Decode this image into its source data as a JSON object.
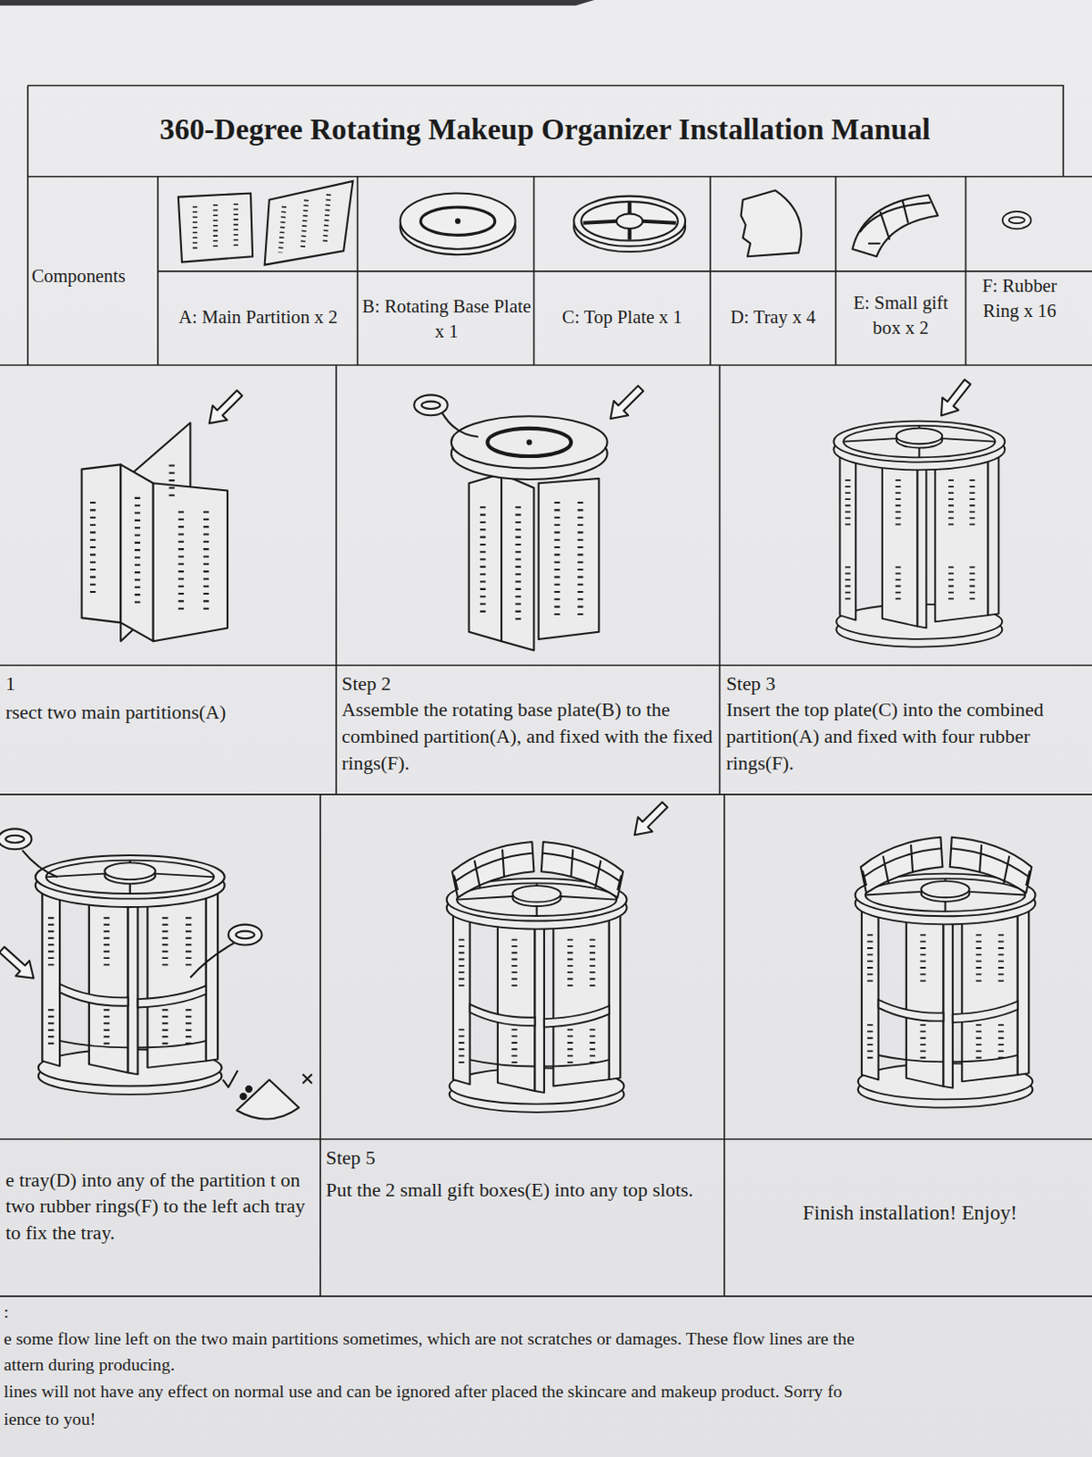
{
  "diagram": {
    "title": "360-Degree Rotating Makeup Organizer Installation Manual",
    "labels": [
      "Components",
      "A: Main Partition x 2",
      "B: Rotating Base Plate x 1",
      "C: Top Plate x 1",
      "D: Tray x 4",
      "E: Small gift box x 2",
      "F: Rubber Ring x 16",
      "1",
      "rsect two main partitions(A)",
      "Step 2",
      "Assemble the rotating base plate(B) to the combined partition(A), and fixed with the fixed rings(F).",
      "Step 3",
      "Insert the top plate(C) into the combined partition(A) and fixed with four rubber rings(F).",
      "e tray(D) into any of the partition t on two rubber rings(F) to the left ach tray to fix the tray.",
      "Step 5",
      "Put the 2 small gift boxes(E) into any top slots.",
      "Finish installation! Enjoy!",
      ":",
      "e some flow line left on the two main partitions sometimes, which are not scratches or damages. These flow lines are the",
      "attern during producing.",
      "lines will not have any effect on normal use and can be ignored after placed the skincare and makeup product. Sorry fo",
      "ience to you!"
    ]
  }
}
